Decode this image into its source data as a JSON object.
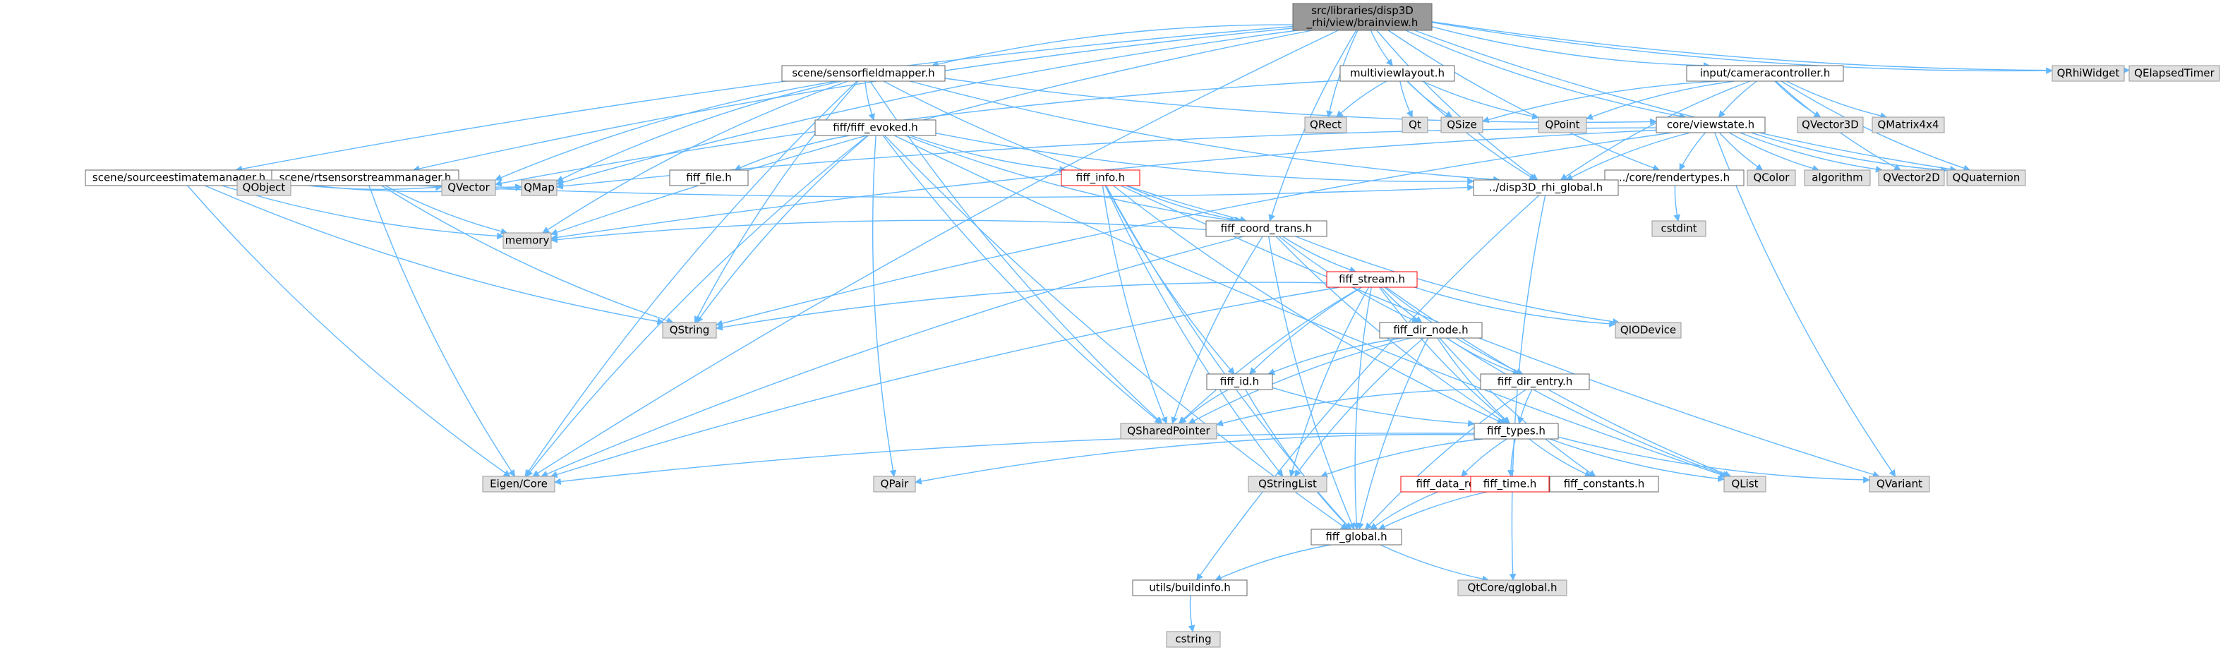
{
  "colors": {
    "edge": "#63b8ff",
    "box_border": "#666666",
    "box_fill": "#ffffff",
    "ext_fill": "#e0e0e0",
    "ext_border": "#999999",
    "root_fill": "#999999",
    "root_border": "#666666",
    "red_border": "#ff0000",
    "red_text": "#ff0000"
  },
  "nodes": {
    "root": {
      "lines": [
        "src/libraries/disp3D",
        "_rhi/view/brainview.h"
      ],
      "kind": "root"
    },
    "sensor": {
      "lines": [
        "scene/sensorfieldmapper.h"
      ],
      "kind": "box"
    },
    "multi": {
      "lines": [
        "multiviewlayout.h"
      ],
      "kind": "box"
    },
    "camera": {
      "lines": [
        "input/cameracontroller.h"
      ],
      "kind": "box"
    },
    "qrhiwidget": {
      "lines": [
        "QRhiWidget"
      ],
      "kind": "ext"
    },
    "qelapsed": {
      "lines": [
        "QElapsedTimer"
      ],
      "kind": "ext"
    },
    "ffievoked": {
      "lines": [
        "fiff/fiff_evoked.h"
      ],
      "kind": "box"
    },
    "qrect": {
      "lines": [
        "QRect"
      ],
      "kind": "ext"
    },
    "qt": {
      "lines": [
        "Qt"
      ],
      "kind": "ext"
    },
    "qsize": {
      "lines": [
        "QSize"
      ],
      "kind": "ext"
    },
    "qpoint": {
      "lines": [
        "QPoint"
      ],
      "kind": "ext"
    },
    "viewstate": {
      "lines": [
        "core/viewstate.h"
      ],
      "kind": "box"
    },
    "qvector3d": {
      "lines": [
        "QVector3D"
      ],
      "kind": "ext"
    },
    "qmatrix4x4": {
      "lines": [
        "QMatrix4x4"
      ],
      "kind": "ext"
    },
    "srcest": {
      "lines": [
        "scene/sourceestimatemanager.h"
      ],
      "kind": "box"
    },
    "rtsensor": {
      "lines": [
        "scene/rtsensorstreammanager.h"
      ],
      "kind": "box"
    },
    "fifffile": {
      "lines": [
        "fiff_file.h"
      ],
      "kind": "box"
    },
    "fiffinfo": {
      "lines": [
        "fiff_info.h"
      ],
      "kind": "red"
    },
    "rendertypes": {
      "lines": [
        "../core/rendertypes.h"
      ],
      "kind": "box"
    },
    "qcolor": {
      "lines": [
        "QColor"
      ],
      "kind": "ext"
    },
    "algorithm": {
      "lines": [
        "algorithm"
      ],
      "kind": "ext"
    },
    "qvector2d": {
      "lines": [
        "QVector2D"
      ],
      "kind": "ext"
    },
    "qquat": {
      "lines": [
        "QQuaternion"
      ],
      "kind": "ext"
    },
    "qobject": {
      "lines": [
        "QObject"
      ],
      "kind": "ext"
    },
    "qvector": {
      "lines": [
        "QVector"
      ],
      "kind": "ext"
    },
    "qmap": {
      "lines": [
        "QMap"
      ],
      "kind": "ext"
    },
    "rhiglobal": {
      "lines": [
        "../disp3D_rhi_global.h"
      ],
      "kind": "box"
    },
    "cstdint": {
      "lines": [
        "cstdint"
      ],
      "kind": "ext"
    },
    "coordtrans": {
      "lines": [
        "fiff_coord_trans.h"
      ],
      "kind": "box"
    },
    "memory": {
      "lines": [
        "memory"
      ],
      "kind": "ext"
    },
    "fiffstream": {
      "lines": [
        "fiff_stream.h"
      ],
      "kind": "red"
    },
    "qstring": {
      "lines": [
        "QString"
      ],
      "kind": "ext"
    },
    "dirnode": {
      "lines": [
        "fiff_dir_node.h"
      ],
      "kind": "box"
    },
    "qiodevice": {
      "lines": [
        "QIODevice"
      ],
      "kind": "ext"
    },
    "fiffid": {
      "lines": [
        "fiff_id.h"
      ],
      "kind": "box"
    },
    "direntry": {
      "lines": [
        "fiff_dir_entry.h"
      ],
      "kind": "box"
    },
    "qshared": {
      "lines": [
        "QSharedPointer"
      ],
      "kind": "ext"
    },
    "fifftypes": {
      "lines": [
        "fiff_types.h"
      ],
      "kind": "box"
    },
    "eigen": {
      "lines": [
        "Eigen/Core"
      ],
      "kind": "ext"
    },
    "qpair": {
      "lines": [
        "QPair"
      ],
      "kind": "ext"
    },
    "qstringlist": {
      "lines": [
        "QStringList"
      ],
      "kind": "ext"
    },
    "dataref": {
      "lines": [
        "fiff_data_ref.h"
      ],
      "kind": "red"
    },
    "fifftime": {
      "lines": [
        "fiff_time.h"
      ],
      "kind": "red"
    },
    "constants": {
      "lines": [
        "fiff_constants.h"
      ],
      "kind": "box"
    },
    "qlist": {
      "lines": [
        "QList"
      ],
      "kind": "ext"
    },
    "qvariant": {
      "lines": [
        "QVariant"
      ],
      "kind": "ext"
    },
    "fiffglobal": {
      "lines": [
        "fiff_global.h"
      ],
      "kind": "box"
    },
    "buildinfo": {
      "lines": [
        "utils/buildinfo.h"
      ],
      "kind": "box"
    },
    "qglobal": {
      "lines": [
        "QtCore/qglobal.h"
      ],
      "kind": "ext"
    },
    "cstring": {
      "lines": [
        "cstring"
      ],
      "kind": "ext"
    }
  },
  "edges": [
    [
      "root",
      "sensor"
    ],
    [
      "root",
      "multi"
    ],
    [
      "root",
      "camera"
    ],
    [
      "root",
      "qrhiwidget"
    ],
    [
      "root",
      "qelapsed"
    ],
    [
      "root",
      "viewstate"
    ],
    [
      "root",
      "qquat"
    ],
    [
      "root",
      "srcest"
    ],
    [
      "root",
      "rtsensor"
    ],
    [
      "root",
      "qmap"
    ],
    [
      "root",
      "memory"
    ],
    [
      "root",
      "eigen"
    ],
    [
      "root",
      "rhiglobal"
    ],
    [
      "root",
      "qrect"
    ],
    [
      "root",
      "coordtrans"
    ],
    [
      "root",
      "rendertypes"
    ],
    [
      "sensor",
      "ffievoked"
    ],
    [
      "sensor",
      "viewstate"
    ],
    [
      "sensor",
      "qvector"
    ],
    [
      "sensor",
      "qmap"
    ],
    [
      "sensor",
      "memory"
    ],
    [
      "sensor",
      "qstring"
    ],
    [
      "sensor",
      "qshared"
    ],
    [
      "sensor",
      "eigen"
    ],
    [
      "sensor",
      "coordtrans"
    ],
    [
      "sensor",
      "rhiglobal"
    ],
    [
      "multi",
      "qrect"
    ],
    [
      "multi",
      "qt"
    ],
    [
      "multi",
      "qsize"
    ],
    [
      "multi",
      "qpoint"
    ],
    [
      "multi",
      "rhiglobal"
    ],
    [
      "multi",
      "qvector"
    ],
    [
      "camera",
      "viewstate"
    ],
    [
      "camera",
      "qvector3d"
    ],
    [
      "camera",
      "qmatrix4x4"
    ],
    [
      "camera",
      "qvector2d"
    ],
    [
      "camera",
      "qquat"
    ],
    [
      "camera",
      "qpoint"
    ],
    [
      "camera",
      "qsize"
    ],
    [
      "camera",
      "rhiglobal"
    ],
    [
      "ffievoked",
      "fifffile"
    ],
    [
      "ffievoked",
      "fiffinfo"
    ],
    [
      "ffievoked",
      "coordtrans"
    ],
    [
      "ffievoked",
      "qstring"
    ],
    [
      "ffievoked",
      "qpair"
    ],
    [
      "ffievoked",
      "qshared"
    ],
    [
      "ffievoked",
      "eigen"
    ],
    [
      "ffievoked",
      "fiffglobal"
    ],
    [
      "ffievoked",
      "qlist"
    ],
    [
      "ffievoked",
      "rhiglobal"
    ],
    [
      "viewstate",
      "rendertypes"
    ],
    [
      "viewstate",
      "qcolor"
    ],
    [
      "viewstate",
      "algorithm"
    ],
    [
      "viewstate",
      "qvector2d"
    ],
    [
      "viewstate",
      "qquat"
    ],
    [
      "viewstate",
      "qvariant"
    ],
    [
      "viewstate",
      "rhiglobal"
    ],
    [
      "viewstate",
      "qmap"
    ],
    [
      "viewstate",
      "qstring"
    ],
    [
      "viewstate",
      "memory"
    ],
    [
      "srcest",
      "qobject"
    ],
    [
      "srcest",
      "qvector"
    ],
    [
      "srcest",
      "qmap"
    ],
    [
      "srcest",
      "memory"
    ],
    [
      "srcest",
      "qstring"
    ],
    [
      "srcest",
      "eigen"
    ],
    [
      "srcest",
      "rhiglobal"
    ],
    [
      "rtsensor",
      "qobject"
    ],
    [
      "rtsensor",
      "qvector"
    ],
    [
      "rtsensor",
      "qmap"
    ],
    [
      "rtsensor",
      "memory"
    ],
    [
      "rtsensor",
      "qstring"
    ],
    [
      "rtsensor",
      "eigen"
    ],
    [
      "fiffinfo",
      "coordtrans"
    ],
    [
      "fiffinfo",
      "fiffid"
    ],
    [
      "fiffinfo",
      "fifftypes"
    ],
    [
      "fiffinfo",
      "qshared"
    ],
    [
      "fiffinfo",
      "qstringlist"
    ],
    [
      "fiffinfo",
      "fiffglobal"
    ],
    [
      "fiffinfo",
      "qvariant"
    ],
    [
      "rendertypes",
      "cstdint"
    ],
    [
      "rendertypes",
      "rhiglobal"
    ],
    [
      "rhiglobal",
      "qglobal"
    ],
    [
      "rhiglobal",
      "buildinfo"
    ],
    [
      "coordtrans",
      "fiffstream"
    ],
    [
      "coordtrans",
      "dirnode"
    ],
    [
      "coordtrans",
      "memory"
    ],
    [
      "coordtrans",
      "qshared"
    ],
    [
      "coordtrans",
      "eigen"
    ],
    [
      "coordtrans",
      "fiffglobal"
    ],
    [
      "coordtrans",
      "qiodevice"
    ],
    [
      "coordtrans",
      "fifftypes"
    ],
    [
      "fiffstream",
      "dirnode"
    ],
    [
      "fiffstream",
      "qiodevice"
    ],
    [
      "fiffstream",
      "qstring"
    ],
    [
      "fiffstream",
      "fiffid"
    ],
    [
      "fiffstream",
      "direntry"
    ],
    [
      "fiffstream",
      "qshared"
    ],
    [
      "fiffstream",
      "fifftypes"
    ],
    [
      "fiffstream",
      "qlist"
    ],
    [
      "fiffstream",
      "qstringlist"
    ],
    [
      "fiffstream",
      "eigen"
    ],
    [
      "fiffstream",
      "fiffglobal"
    ],
    [
      "dirnode",
      "fiffid"
    ],
    [
      "dirnode",
      "direntry"
    ],
    [
      "dirnode",
      "fifftypes"
    ],
    [
      "dirnode",
      "qshared"
    ],
    [
      "dirnode",
      "qlist"
    ],
    [
      "dirnode",
      "fiffglobal"
    ],
    [
      "dirnode",
      "qstringlist"
    ],
    [
      "dirnode",
      "constants"
    ],
    [
      "fiffid",
      "fifftypes"
    ],
    [
      "fiffid",
      "qshared"
    ],
    [
      "fiffid",
      "fiffglobal"
    ],
    [
      "direntry",
      "fifftypes"
    ],
    [
      "direntry",
      "qshared"
    ],
    [
      "direntry",
      "fiffglobal"
    ],
    [
      "fifftypes",
      "eigen"
    ],
    [
      "fifftypes",
      "qpair"
    ],
    [
      "fifftypes",
      "qstringlist"
    ],
    [
      "fifftypes",
      "dataref"
    ],
    [
      "fifftypes",
      "fifftime"
    ],
    [
      "fifftypes",
      "constants"
    ],
    [
      "fifftypes",
      "qlist"
    ],
    [
      "fifftypes",
      "qvariant"
    ],
    [
      "dataref",
      "fiffglobal"
    ],
    [
      "fifftime",
      "fiffglobal"
    ],
    [
      "fiffglobal",
      "buildinfo"
    ],
    [
      "fiffglobal",
      "qglobal"
    ],
    [
      "buildinfo",
      "cstring"
    ]
  ]
}
